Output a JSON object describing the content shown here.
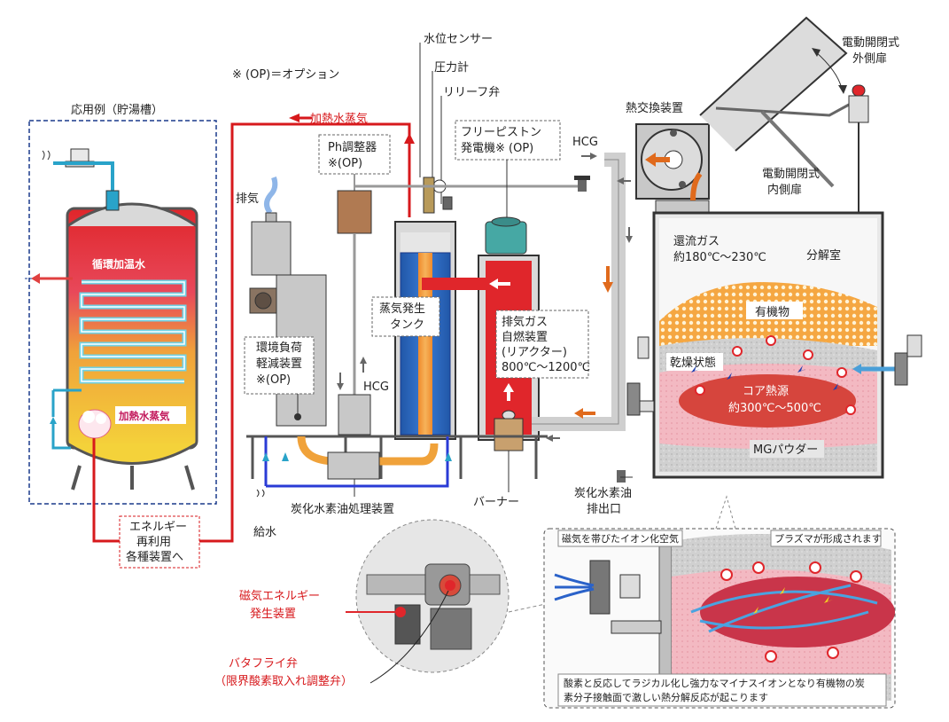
{
  "legend": {
    "option_note": "※ (OP)＝オプション"
  },
  "labels": {
    "water_level_sensor": "水位センサー",
    "pressure_gauge": "圧力計",
    "relief_valve": "リリーフ弁",
    "application_example": "応用例（貯湯槽）",
    "heated_steam": "加熱水蒸気",
    "circulating_hot_water": "循環加温水",
    "heated_steam_inner": "加熱水蒸気",
    "energy_reuse_1": "エネルギー",
    "energy_reuse_2": "再利用",
    "energy_reuse_3": "各種装置へ",
    "ph_adjuster_1": "Ph調整器",
    "ph_adjuster_2": "※(OP)",
    "free_piston_1": "フリーピストン",
    "free_piston_2": "発電機※ (OP)",
    "hcg_top": "HCG",
    "heat_exchanger": "熱交換装置",
    "outer_door_1": "電動開閉式",
    "outer_door_2": "外側扉",
    "inner_door_1": "電動開閉式",
    "inner_door_2": "内側扉",
    "exhaust": "排気",
    "steam_tank_1": "蒸気発生",
    "steam_tank_2": "タンク",
    "exhaust_gas_1": "排気ガス",
    "exhaust_gas_2": "自燃装置",
    "exhaust_gas_3": "(リアクター)",
    "exhaust_gas_4": "800℃～1200℃",
    "env_load_1": "環境負荷",
    "env_load_2": "軽減装置",
    "env_load_3": "※(OP)",
    "hcg_mid": "HCG",
    "return_gas_1": "還流ガス",
    "return_gas_2": "約180℃～230℃",
    "decomposition_chamber": "分解室",
    "organic_matter": "有機物",
    "dry_state": "乾燥状態",
    "core_heat_1": "コア熱源",
    "core_heat_2": "約300℃～500℃",
    "mg_powder": "MGパウダー",
    "hc_oil_processor": "炭化水素油処理装置",
    "water_supply": "給水",
    "burner": "バーナー",
    "hc_oil_outlet_1": "炭化水素油",
    "hc_oil_outlet_2": "排出口",
    "magnetic_generator_1": "磁気エネルギー",
    "magnetic_generator_2": "発生装置",
    "butterfly_valve_1": "バタフライ弁",
    "butterfly_valve_2": "（限界酸素取入れ調整弁）",
    "magnetized_air": "磁気を帯びたイオン化空気",
    "plasma": "プラズマが形成されます",
    "reaction_note_1": "酸素と反応してラジカル化し強力なマイナスイオンとなり有機物の炭",
    "reaction_note_2": "素分子接触面で激しい熱分解反応が起こります"
  },
  "colors": {
    "steam_red": "#d7191c",
    "hot_water": "#c2185b",
    "tank_blue": "#1f4e9c",
    "reactor_red": "#e0262b",
    "organic_orange": "#f5a742",
    "core_red": "#d6453d",
    "powder_gray": "#cfcfcf",
    "pipe_gray": "#9a9a9a",
    "water_blue": "#2a62c9"
  }
}
